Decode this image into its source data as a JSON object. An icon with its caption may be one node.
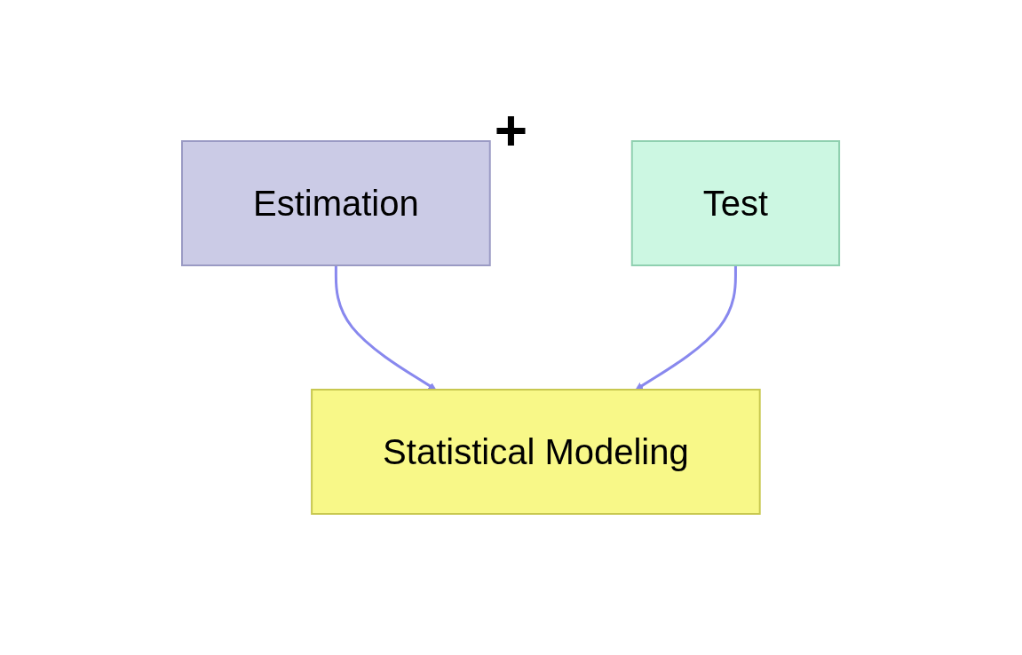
{
  "diagram": {
    "nodes": [
      {
        "text": [
          "Estimation"
        ]
      },
      {
        "text": [
          "Test"
        ]
      },
      {
        "text": [
          "Statistical Modeling"
        ]
      }
    ],
    "edges": [
      {
        "from": 0,
        "to": 2,
        "arrow": "to"
      },
      {
        "from": 1,
        "to": 2,
        "arrow": "to"
      }
    ],
    "labels": [
      "+"
    ]
  }
}
